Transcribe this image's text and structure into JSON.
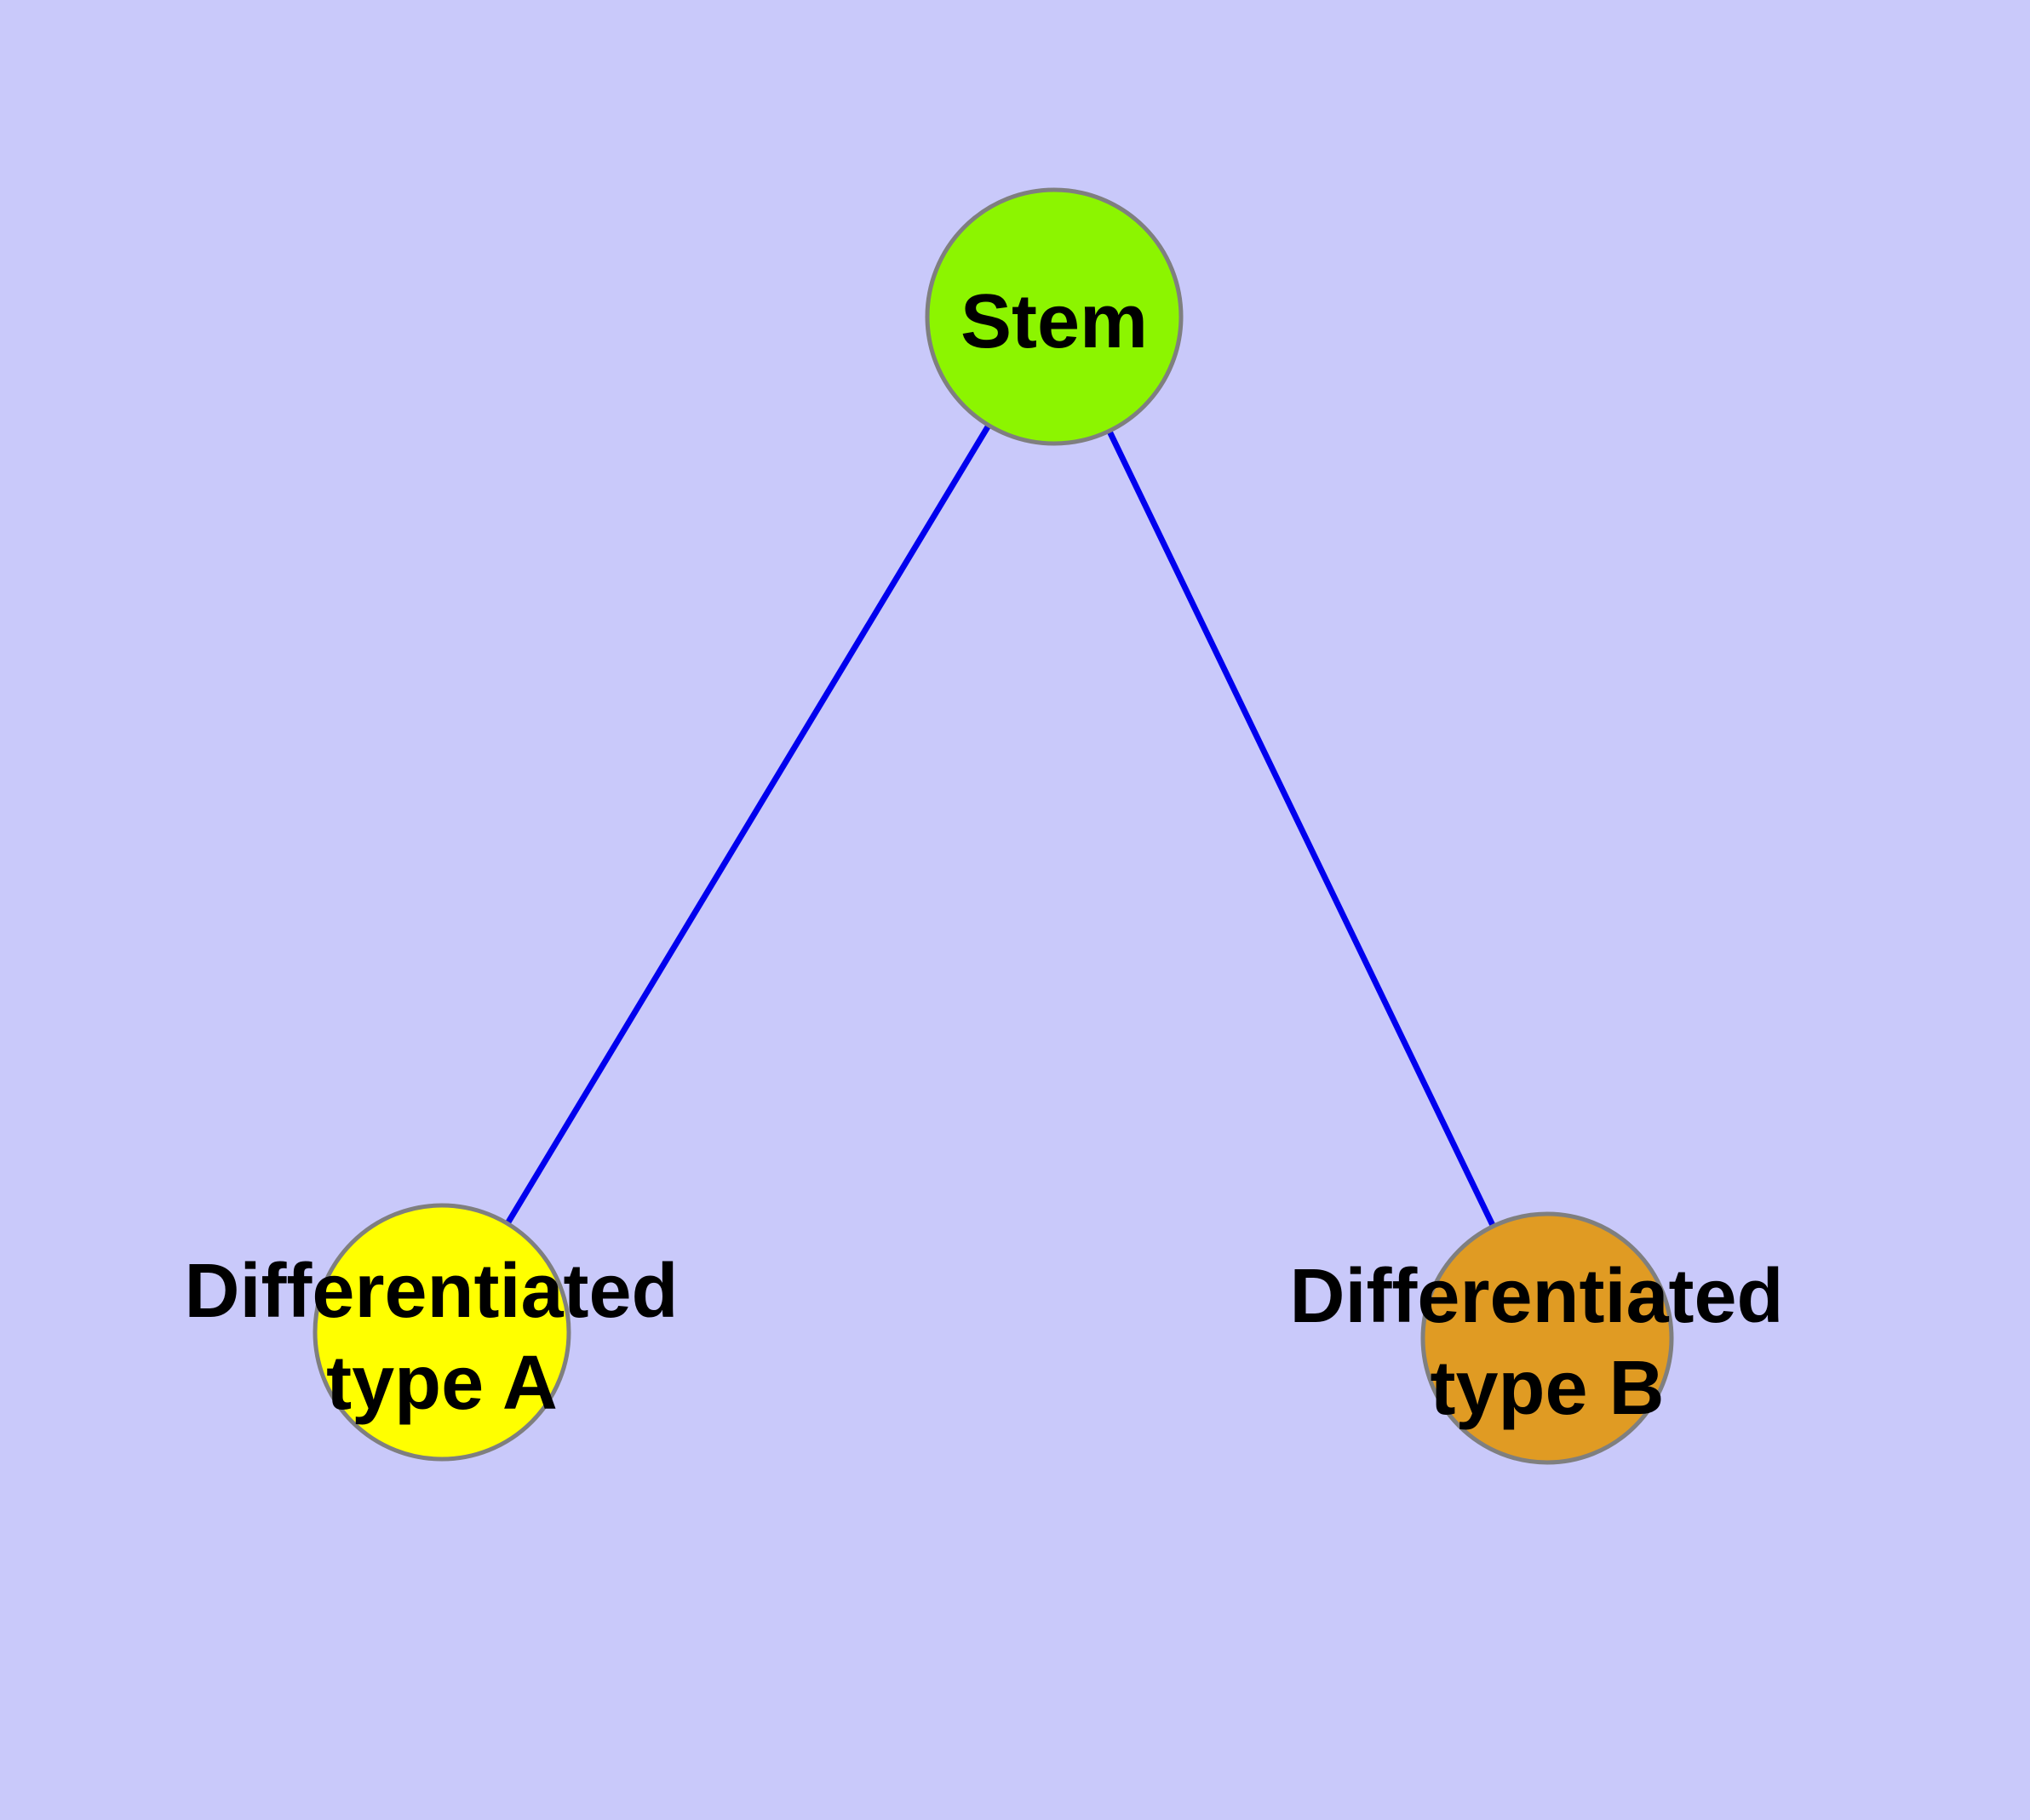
{
  "colors": {
    "background": "#C9C9FA",
    "edge": "#0000EE",
    "node_stroke": "#7F7F7F",
    "label_text": "#000000"
  },
  "nodes": {
    "stem": {
      "label": "Stem",
      "fill": "#8CF500"
    },
    "type_a": {
      "label_line1": "Differentiated",
      "label_line2": "type A",
      "fill": "#FFFF00"
    },
    "type_b": {
      "label_line1": "Differentiated",
      "label_line2": "type B",
      "fill": "#E09B23"
    }
  },
  "edges": [
    {
      "from": "Stem",
      "to": "Differentiated type A"
    },
    {
      "from": "Stem",
      "to": "Differentiated type B"
    }
  ]
}
